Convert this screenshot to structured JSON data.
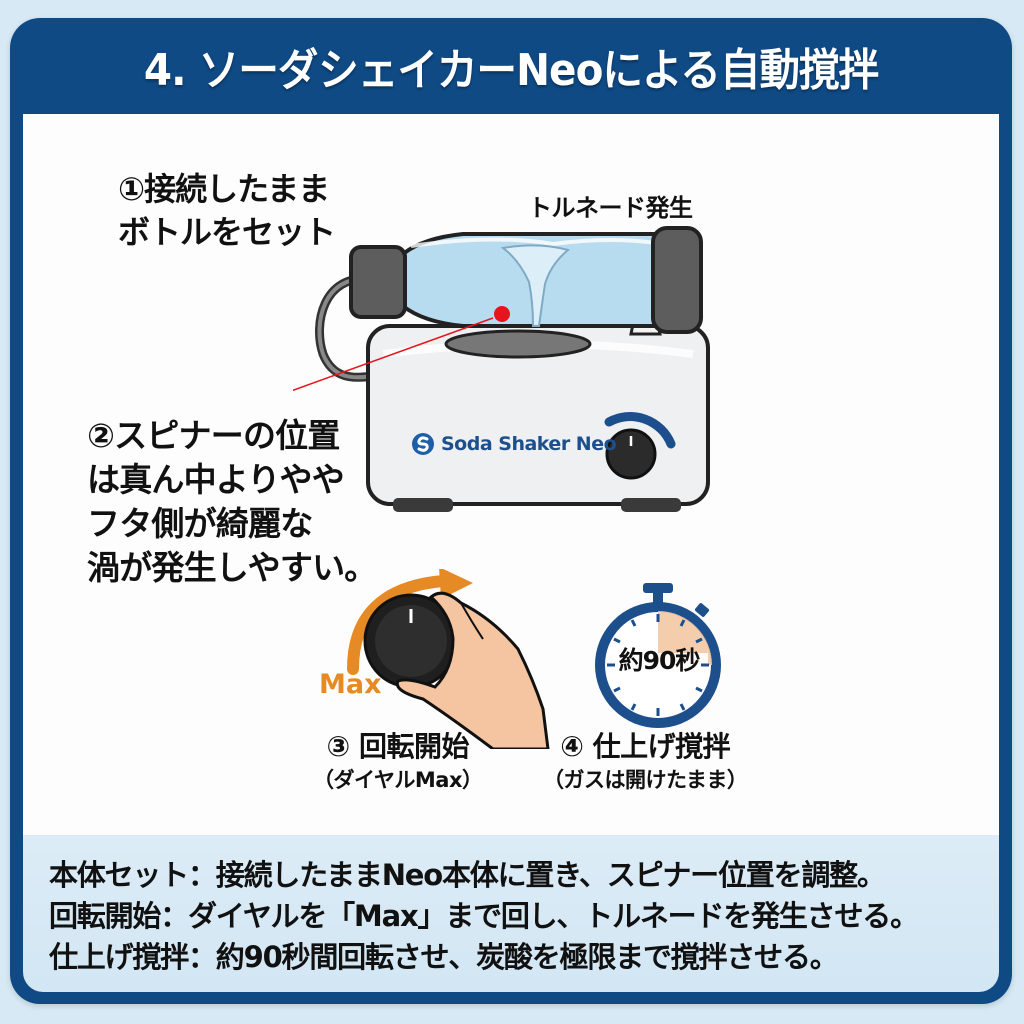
{
  "header": {
    "title": "4. ソーダシェイカーNeoによる自動撹拌"
  },
  "illustration": {
    "step1": {
      "line1": "①接続したまま",
      "line2": "ボトルをセット"
    },
    "tornado_label": "トルネード発生",
    "device_brand": "Soda Shaker Neo",
    "step2": {
      "line1": "②スピナーの位置",
      "line2": "は真ん中よりやや",
      "line3": "フタ側が綺麗な",
      "line4": "渦が発生しやすい。"
    },
    "dial_label": "Max",
    "timer_label": "約90秒",
    "step3": {
      "title": "③ 回転開始",
      "subtitle": "（ダイヤルMax）"
    },
    "step4": {
      "title": "④ 仕上げ撹拌",
      "subtitle": "（ガスは開けたまま）"
    }
  },
  "instructions": [
    "本体セット：接続したままNeo本体に置き、スピナー位置を調整。",
    "回転開始：ダイヤルを「Max」まで回し、トルネードを発生させる。",
    "仕上げ撹拌：約90秒間回転させ、炭酸を極限まで撹拌させる。"
  ],
  "colors": {
    "page_bg": "#d7e9f4",
    "header_blue": "#0f4a85",
    "accent_orange": "#e58a24",
    "spinner_red": "#e8141c",
    "water_blue": "#b7dcef",
    "brand_blue": "#1d4f8c"
  }
}
